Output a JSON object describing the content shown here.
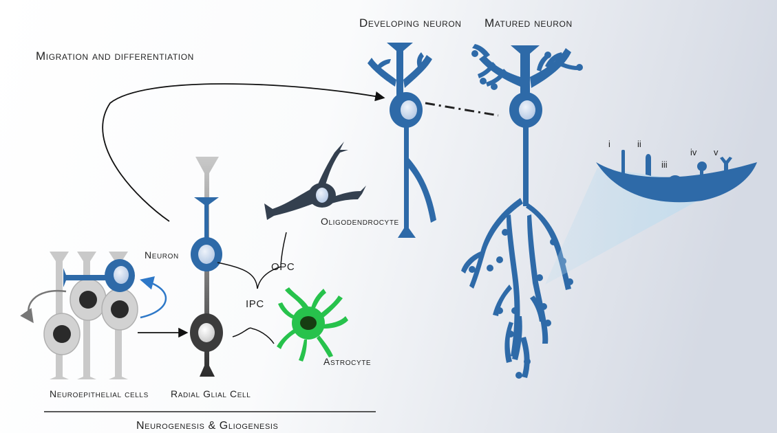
{
  "labels": {
    "migration": "Migration and differentiation",
    "developing_neuron": "Developing neuron",
    "matured_neuron": "Matured neuron",
    "oligodendrocyte": "Oligodendrocyte",
    "neuron": "Neuron",
    "opc": "OPC",
    "ipc": "IPC",
    "astrocyte": "Astrocyte",
    "neuroepithelial": "Neuroepithelial cells",
    "radial_glial": "Radial Glial Cell",
    "footer": "Neurogenesis & Gliogenesis"
  },
  "spine_types": [
    "i",
    "ii",
    "iii",
    "iv",
    "v"
  ],
  "colors": {
    "neuron_blue": "#2e6aa8",
    "nucleus_fill": "#c9daf0",
    "oligodendrocyte": "#34404f",
    "astrocyte_green": "#27c24c",
    "neuroepithelial_gray": "#bdbdbd",
    "radial_glial_dark": "#3f3f3f",
    "background_gradient_end": "#d7dce6"
  }
}
